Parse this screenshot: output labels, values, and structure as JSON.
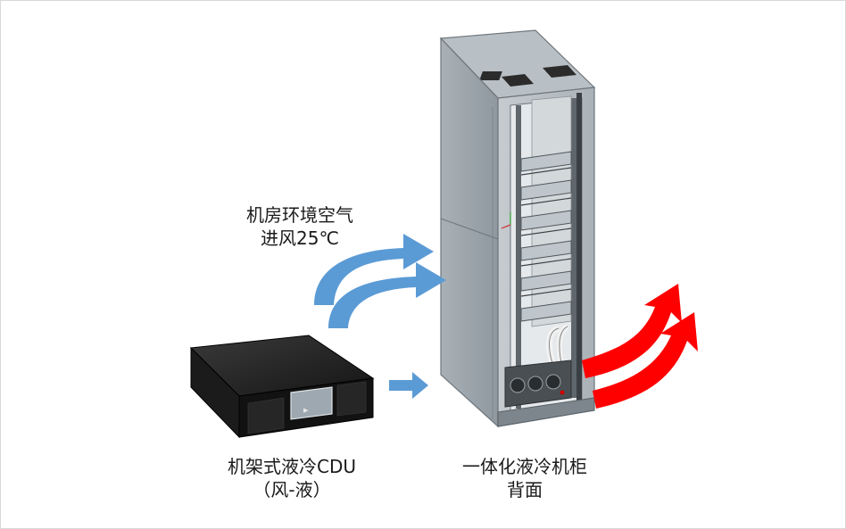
{
  "labels": {
    "air_line1": "机房环境空气",
    "air_line2": "进风25℃",
    "cdu_line1": "机架式液冷CDU",
    "cdu_line2": "（风-液）",
    "cabinet_line1": "一体化液冷机柜",
    "cabinet_line2": "背面"
  },
  "colors": {
    "inlet_arrow": "#5b9bd5",
    "outlet_arrow": "#ff0000",
    "cabinet": "#9aa3aa",
    "cdu": "#1f1f1f"
  },
  "icons": {
    "inlet_arrows": "curved-blue-arrow-icon",
    "outlet_arrows": "curved-red-arrow-icon",
    "connector_arrow": "straight-blue-arrow-icon"
  }
}
